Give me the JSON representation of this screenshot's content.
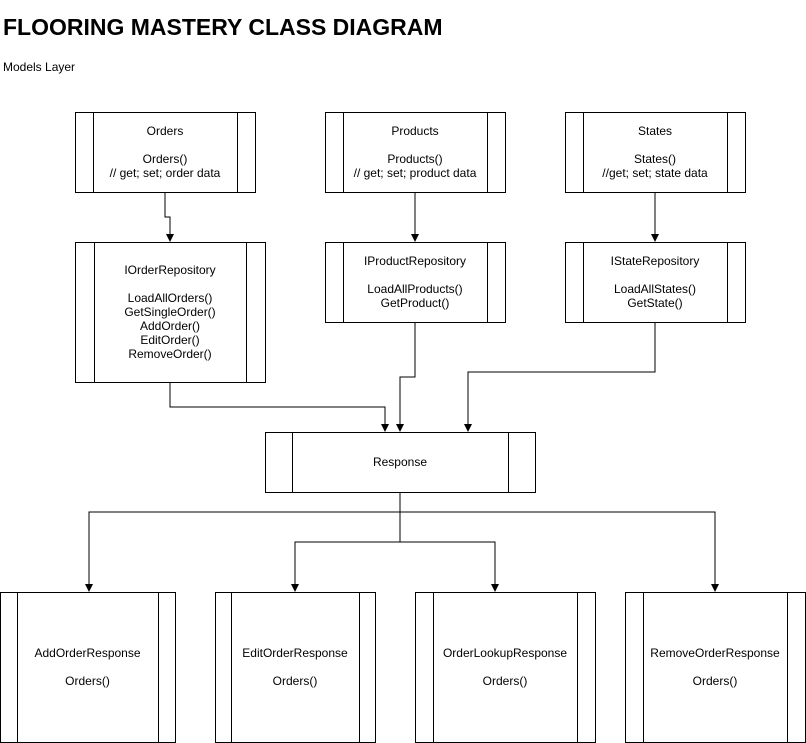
{
  "title": "FLOORING MASTERY CLASS DIAGRAM",
  "subtitle": "Models Layer",
  "nodes": {
    "orders": {
      "name": "Orders",
      "lines": [
        "Orders()",
        "// get; set; order data"
      ]
    },
    "products": {
      "name": "Products",
      "lines": [
        "Products()",
        "// get; set; product data"
      ]
    },
    "states": {
      "name": "States",
      "lines": [
        "States()",
        "//get; set; state data"
      ]
    },
    "iorderrepo": {
      "name": "IOrderRepository",
      "lines": [
        "LoadAllOrders()",
        "GetSingleOrder()",
        "AddOrder()",
        "EditOrder()",
        "RemoveOrder()"
      ]
    },
    "iproductrepo": {
      "name": "IProductRepository",
      "lines": [
        "LoadAllProducts()",
        "GetProduct()"
      ]
    },
    "istaterepo": {
      "name": "IStateRepository",
      "lines": [
        "LoadAllStates()",
        "GetState()"
      ]
    },
    "response": {
      "name": "Response",
      "lines": []
    },
    "addorder": {
      "name": "AddOrderResponse",
      "lines": [
        "Orders()"
      ]
    },
    "editorder": {
      "name": "EditOrderResponse",
      "lines": [
        "Orders()"
      ]
    },
    "orderlookup": {
      "name": "OrderLookupResponse",
      "lines": [
        "Orders()"
      ]
    },
    "removeorder": {
      "name": "RemoveOrderResponse",
      "lines": [
        "Orders()"
      ]
    }
  },
  "edges": [
    [
      "orders",
      "iorderrepo"
    ],
    [
      "products",
      "iproductrepo"
    ],
    [
      "states",
      "istaterepo"
    ],
    [
      "iorderrepo",
      "response"
    ],
    [
      "iproductrepo",
      "response"
    ],
    [
      "istaterepo",
      "response"
    ],
    [
      "response",
      "addorder"
    ],
    [
      "response",
      "editorder"
    ],
    [
      "response",
      "orderlookup"
    ],
    [
      "response",
      "removeorder"
    ]
  ],
  "colors": {
    "stroke": "#000000",
    "fill": "#ffffff",
    "text": "#000000"
  }
}
